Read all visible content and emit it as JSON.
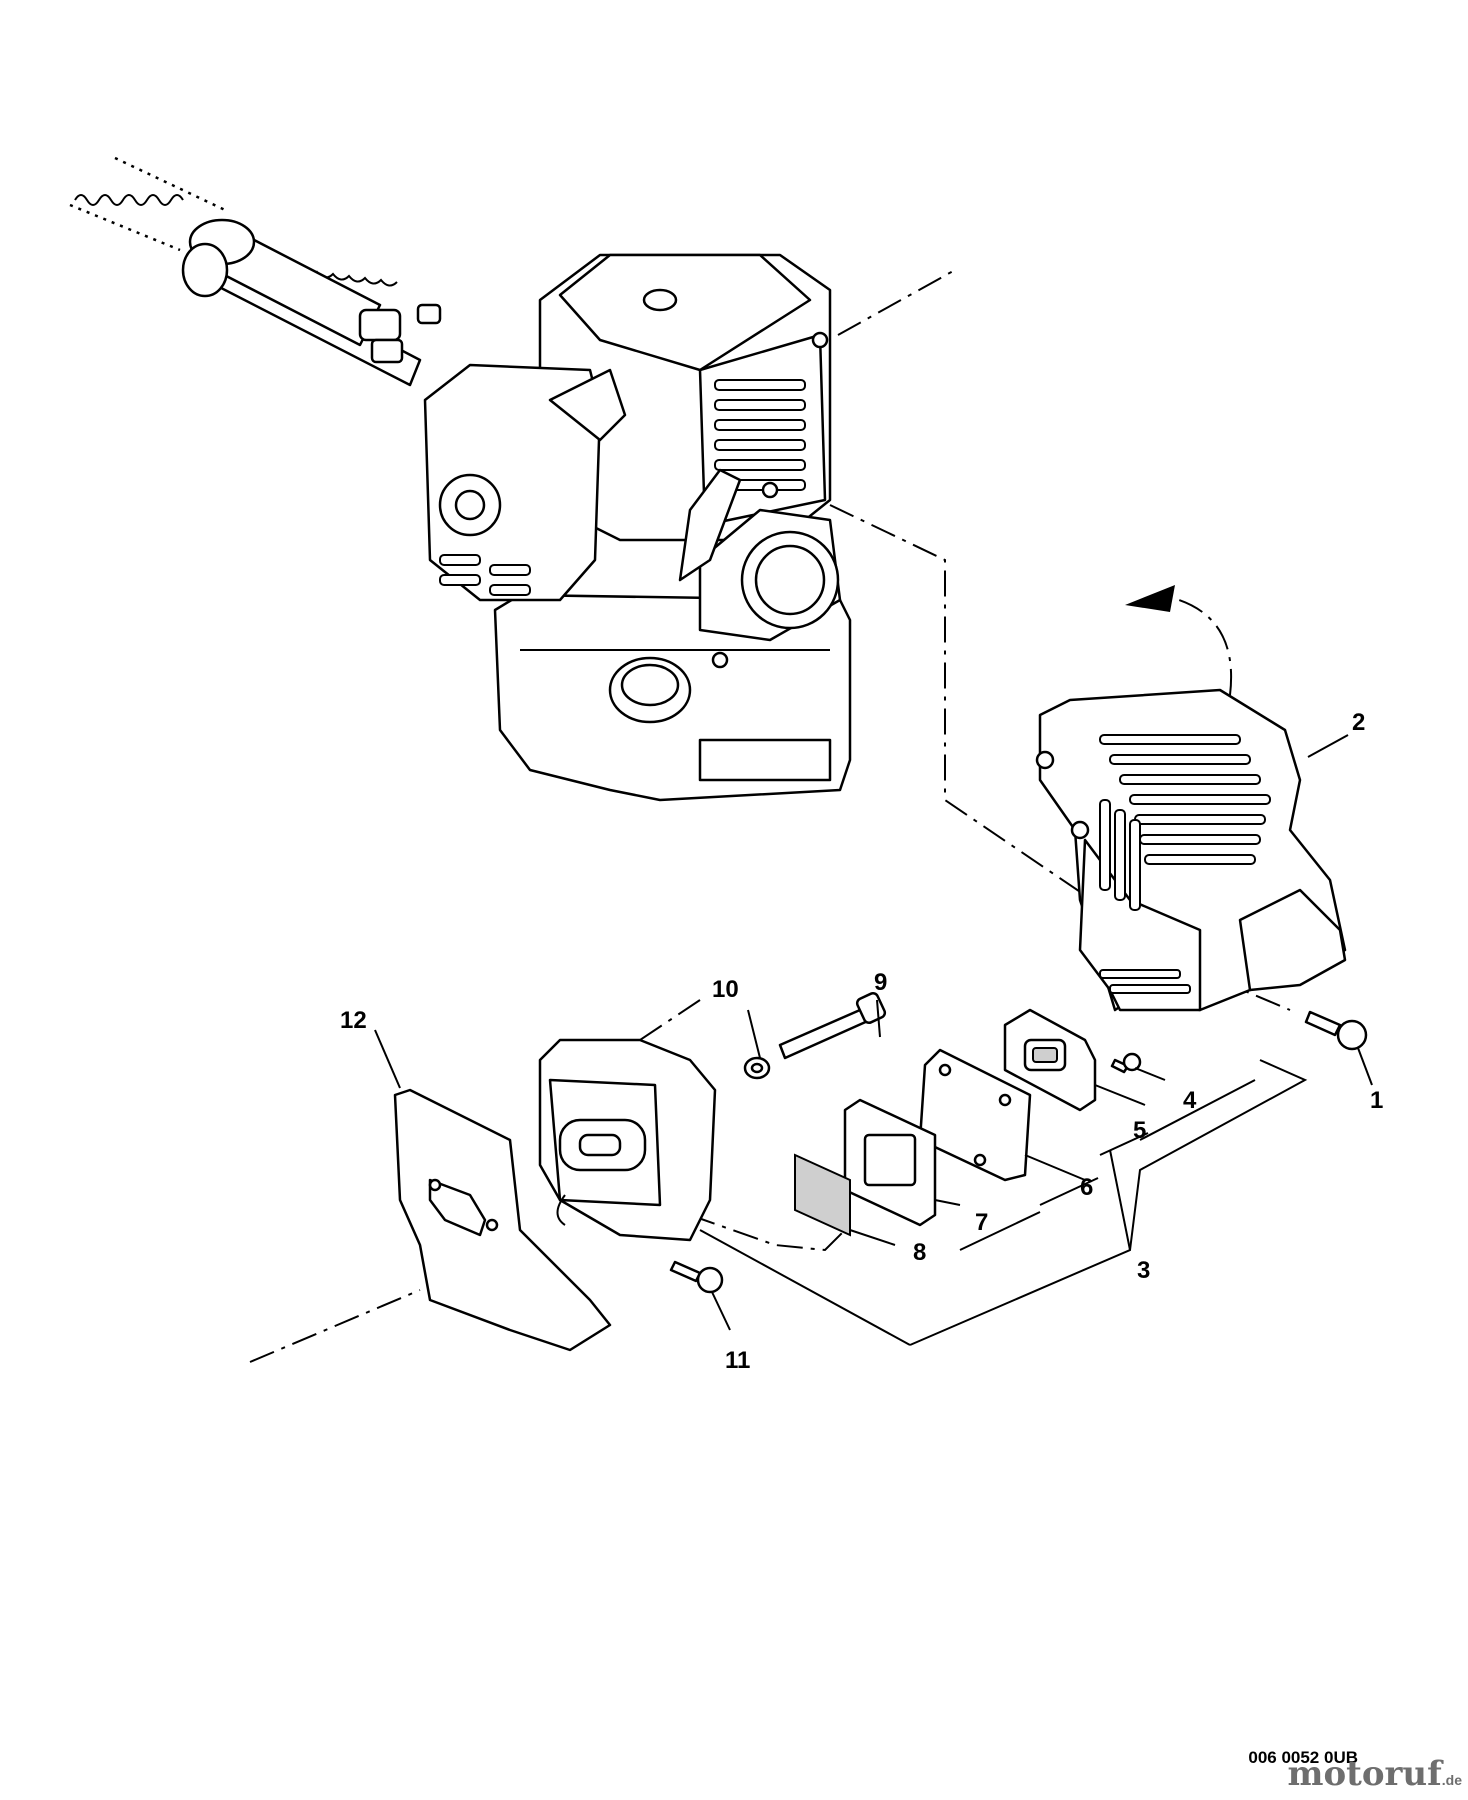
{
  "callouts": {
    "c1": "1",
    "c2": "2",
    "c3": "3",
    "c4": "4",
    "c5": "5",
    "c6": "6",
    "c7": "7",
    "c8": "8",
    "c9": "9",
    "c10": "10",
    "c11": "11",
    "c12": "12"
  },
  "footer": {
    "code": "006 0052 0UB"
  },
  "watermark": {
    "name": "motoruf",
    "tld": ".de"
  }
}
